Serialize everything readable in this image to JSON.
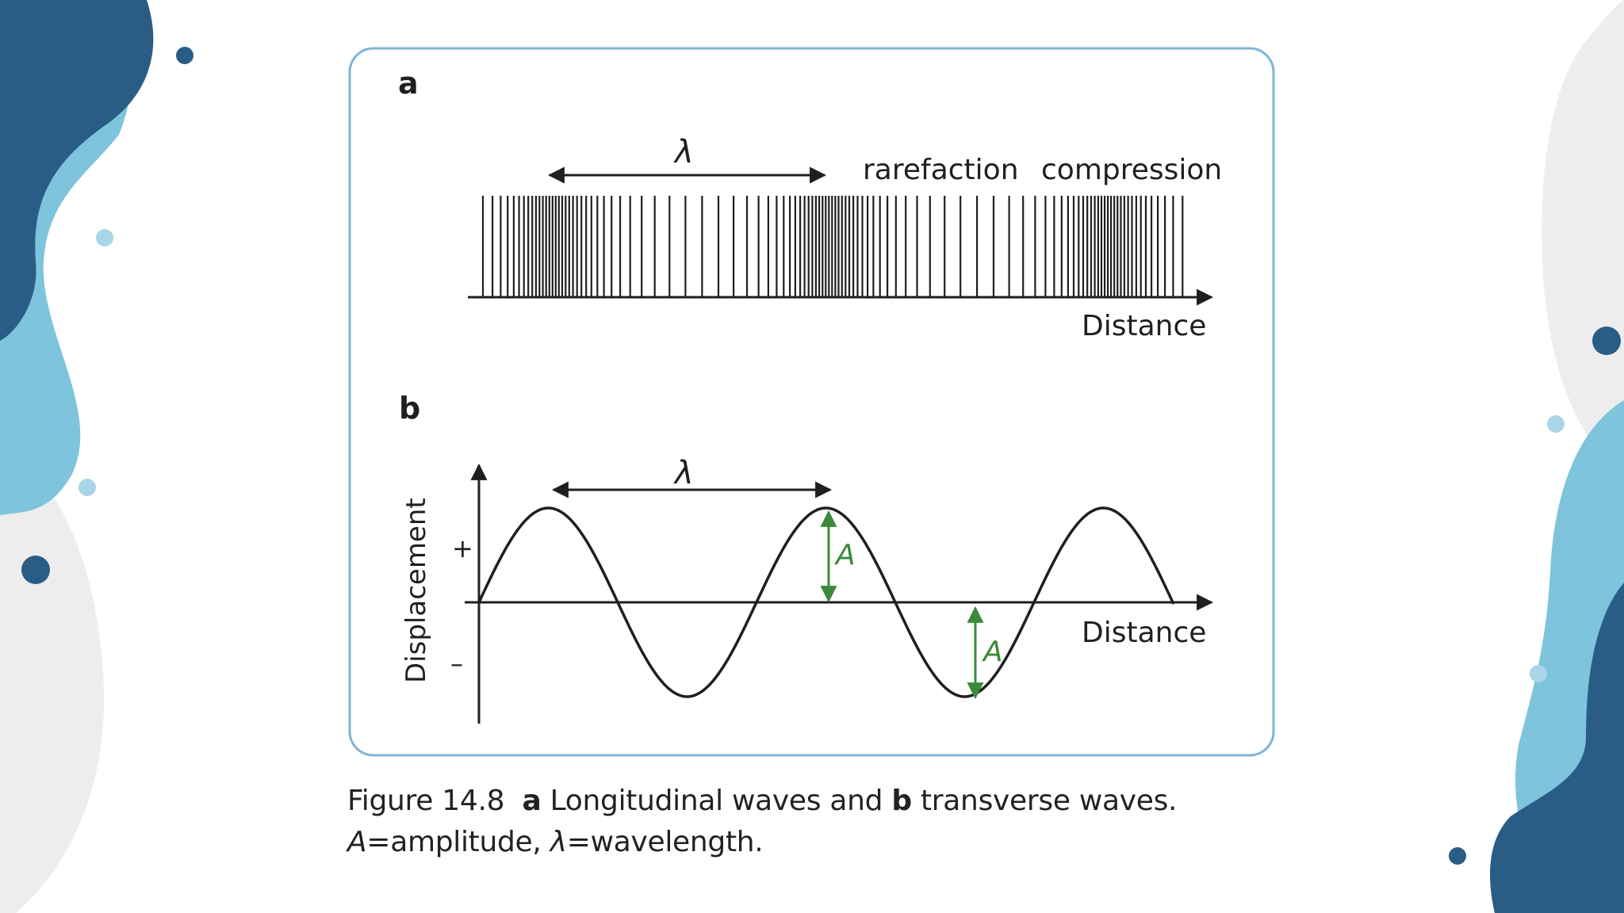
{
  "panel_a": {
    "label": "a",
    "wavelength_symbol": "λ",
    "rarefaction_label": "rarefaction",
    "compression_label": "compression",
    "axis_label": "Distance"
  },
  "panel_b": {
    "label": "b",
    "wavelength_symbol": "λ",
    "y_axis_label": "Displacement",
    "plus_sign": "+",
    "minus_sign": "–",
    "amplitude_label_1": "A",
    "amplitude_label_2": "A",
    "axis_label": "Distance"
  },
  "caption": {
    "figure_number": "Figure 14.8",
    "part_a_letter": "a",
    "part_a_text": "Longitudinal waves and",
    "part_b_letter": "b",
    "part_b_text": "transverse waves.",
    "amplitude_symbol": "A",
    "amplitude_text": "=amplitude,",
    "wavelength_symbol": "λ",
    "wavelength_text": "=wavelength."
  },
  "colors": {
    "dark_blob": "#2a5d86",
    "light_blob": "#7ec4dc",
    "gray_blob": "#ededed",
    "frame_border": "#7fb4d6",
    "ink": "#1f1f1f",
    "amplitude_green": "#3a8a3a"
  }
}
